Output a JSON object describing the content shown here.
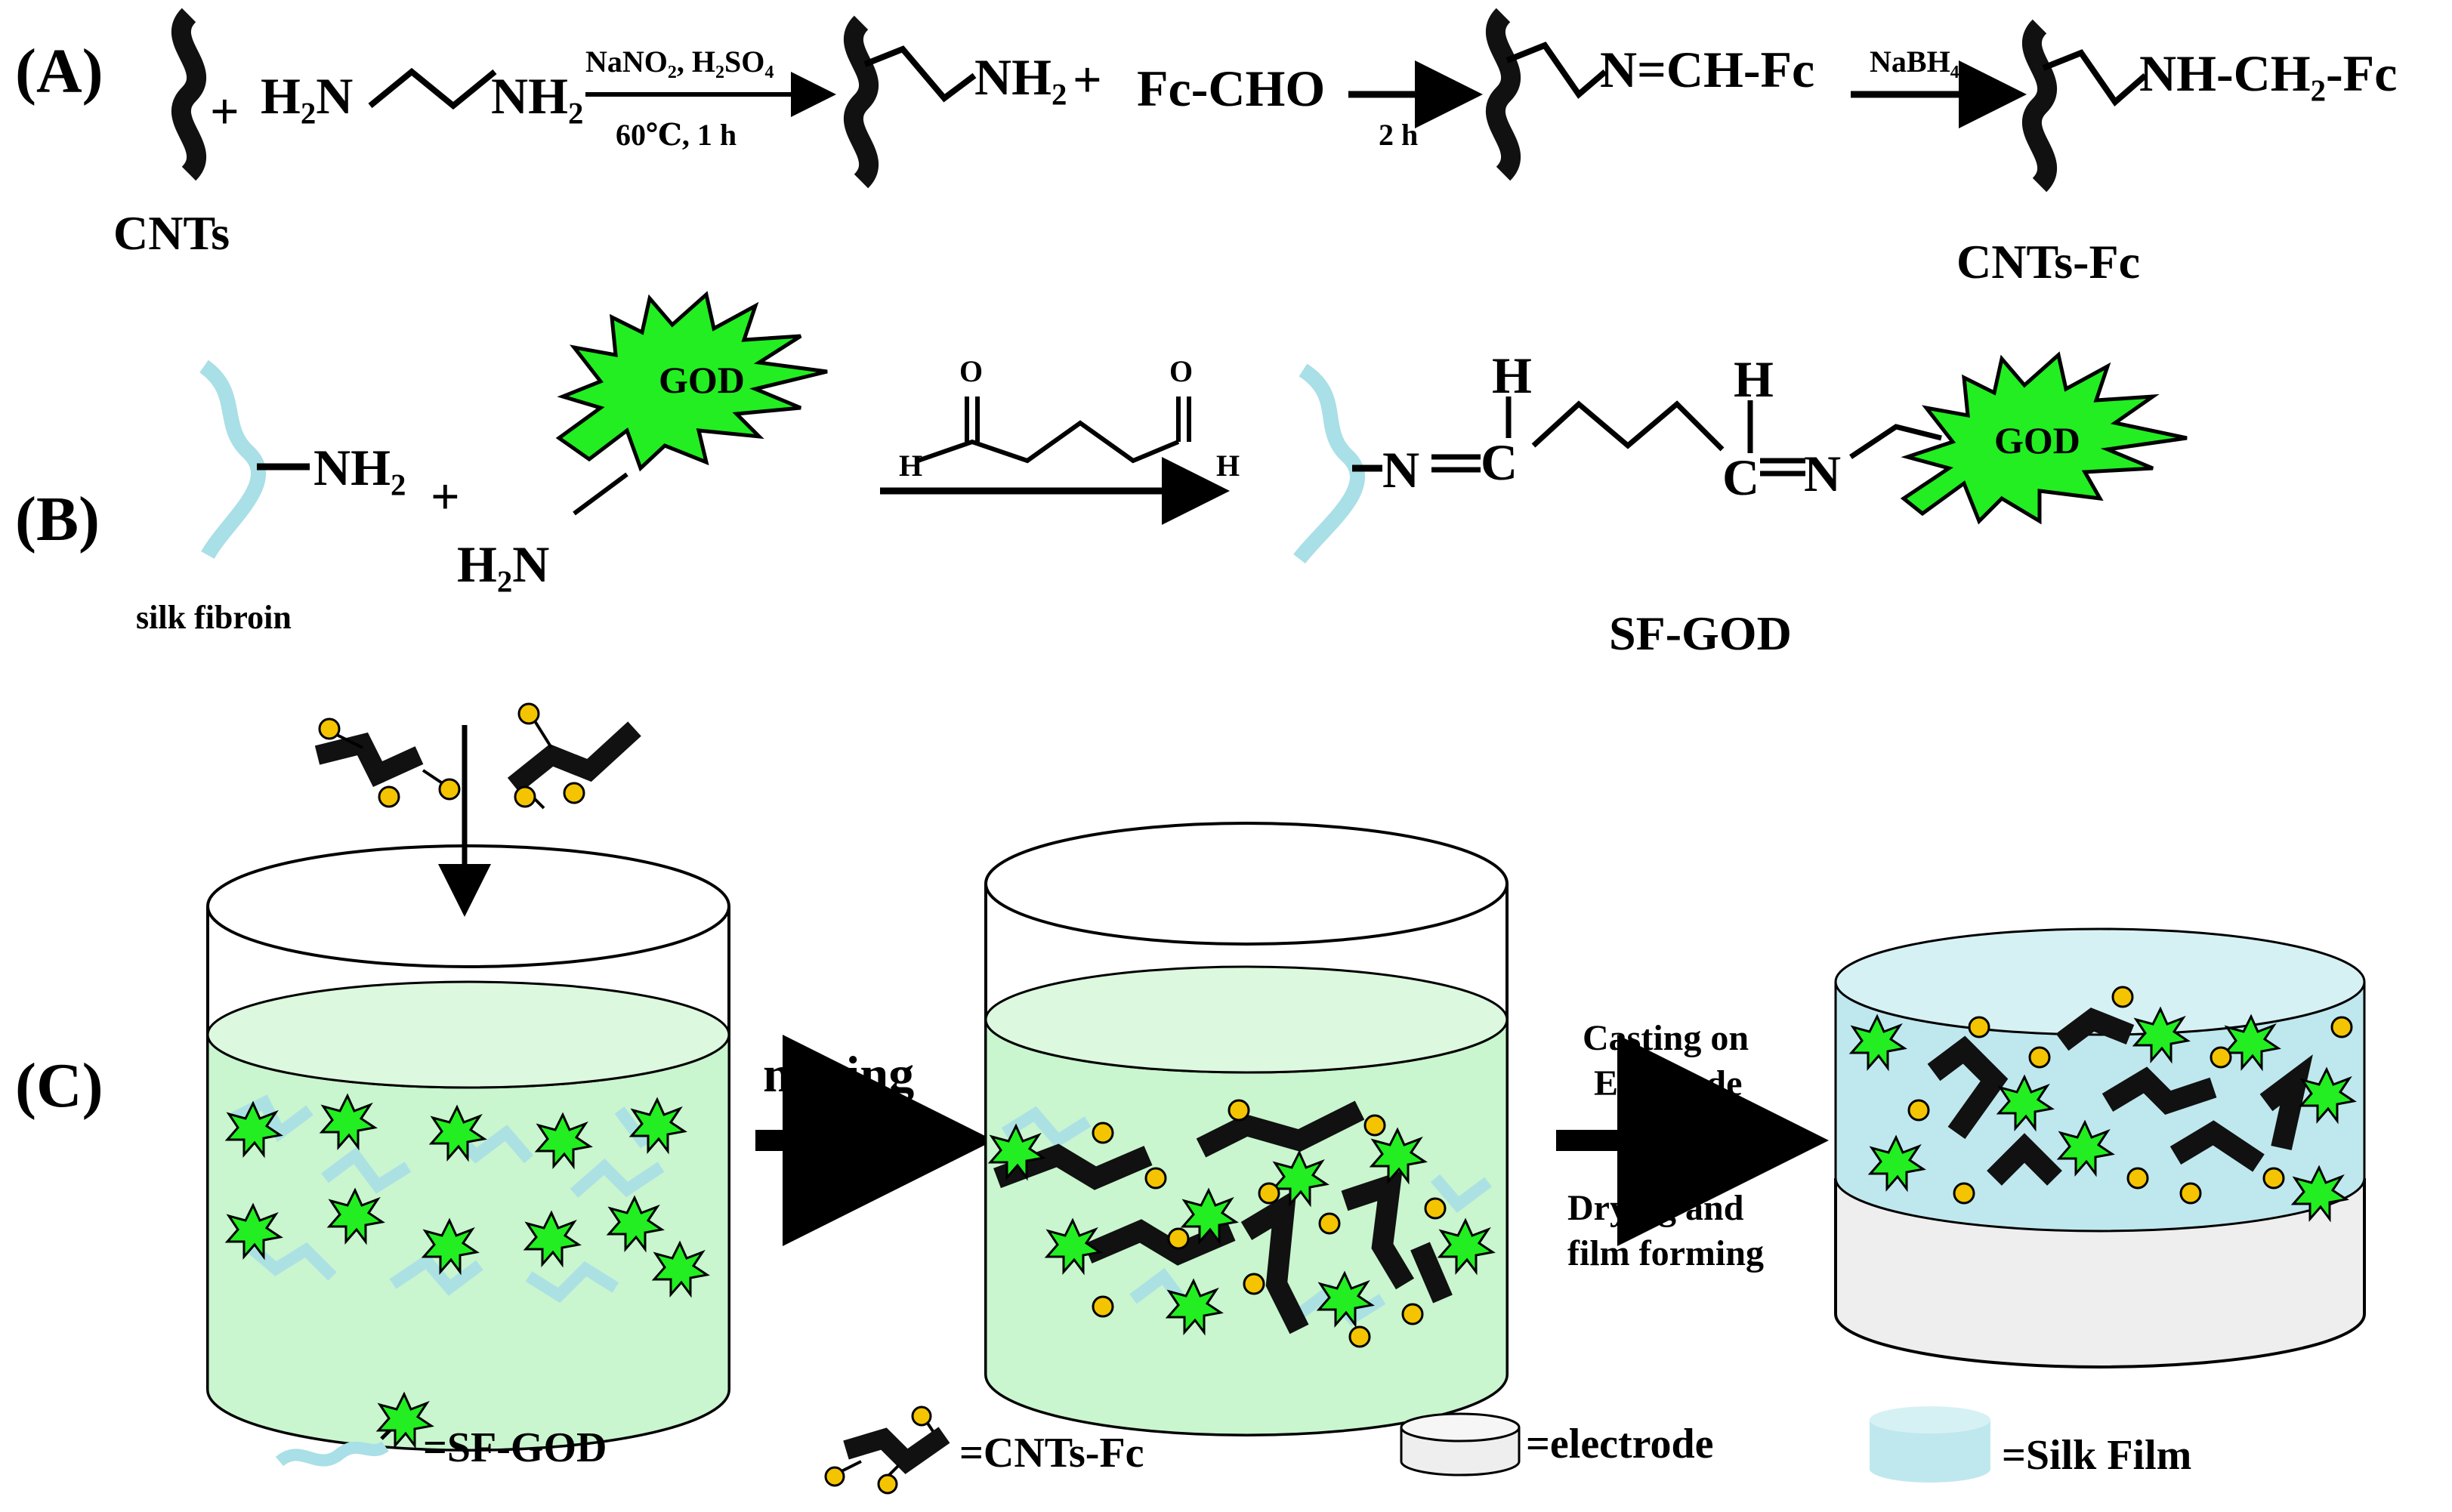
{
  "colors": {
    "cnt": "#111111",
    "silk": "#a9dfe6",
    "god": "#22ee22",
    "ferrocene": "#f5c400",
    "solution": "#c9f5cf",
    "silk_film": "#bfe8ee",
    "electrode": "#eeeeee"
  },
  "panel_a": {
    "label": "(A)",
    "plus1": "+",
    "h2n": "H₂N",
    "nh2": "NH₂",
    "cond1_top": "NaNO₂, H₂SO₄",
    "cond1_bottom": "60℃, 1 h",
    "nh2_product": "NH₂",
    "plus2": "+",
    "fc_cho": "Fc-CHO",
    "cond2": "2 h",
    "imine": "N=CH-Fc",
    "cond3": "NaBH₄",
    "amine": "NH-CH₂-Fc",
    "cnts_label": "CNTs",
    "product_label": "CNTs-Fc"
  },
  "panel_b": {
    "label": "(B)",
    "nh2": "NH₂",
    "plus": "+",
    "h2n": "H₂N",
    "god1": "GOD",
    "silk_label": "silk fibroin",
    "o1": "O",
    "o2": "O",
    "h1": "H",
    "h2": "H",
    "n1": "N",
    "c1": "C",
    "c2": "C",
    "n2": "N",
    "htop1": "H",
    "htop2": "H",
    "god2": "GOD",
    "product_label": "SF-GOD"
  },
  "panel_c": {
    "label": "(C)",
    "step1": "mixing",
    "step2_line1": "Casting on",
    "step2_line2": "Electrode",
    "step3_line1": "Drying and",
    "step3_line2": "film forming"
  },
  "legend": {
    "sf_god": "=SF-GOD",
    "cnts_fc": "=CNTs-Fc",
    "electrode": "=electrode",
    "silk_film": "=Silk Film"
  }
}
